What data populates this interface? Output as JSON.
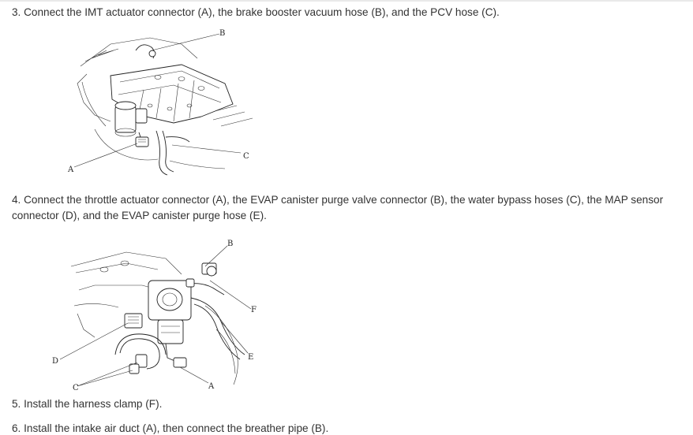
{
  "steps": {
    "step3": "3. Connect the IMT actuator connector (A), the brake booster vacuum hose (B), and the PCV hose (C).",
    "step4": "4. Connect the throttle actuator connector (A), the EVAP canister purge valve connector (B), the water bypass hoses (C), the MAP sensor connector (D), and the EVAP canister purge hose (E).",
    "step5": "5. Install the harness clamp (F).",
    "step6": "6. Install the intake air duct (A), then connect the breather pipe (B)."
  },
  "figure1": {
    "callouts": {
      "a": "A",
      "b": "B",
      "c": "C"
    }
  },
  "figure2": {
    "callouts": {
      "a": "A",
      "b": "B",
      "c": "C",
      "d": "D",
      "e": "E",
      "f": "F"
    }
  }
}
